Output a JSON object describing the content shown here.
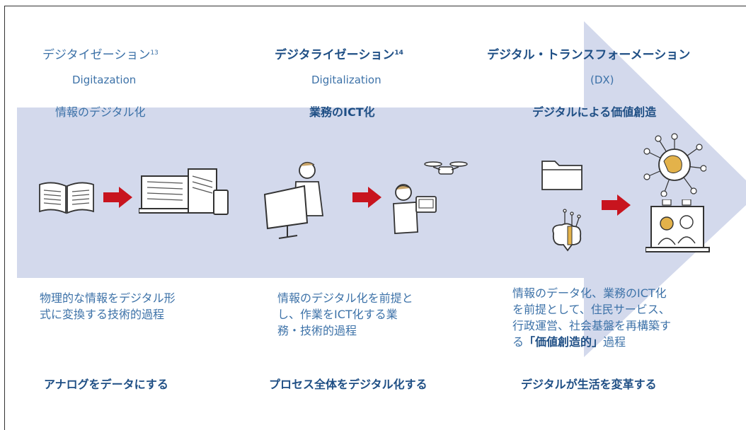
{
  "stages": [
    {
      "title": "デジタイゼーション",
      "title_sup": "13",
      "english": "Digitazation",
      "subtitle": "情報のデジタル化",
      "description": "物理的な情報をデジタル形式に変換する技術的過程",
      "description_lines": [
        "物理的な情報をデジタル形",
        "式に変換する技術的過程"
      ],
      "tagline": "アナログをデータにする",
      "icons": [
        "open-book-icon",
        "red-arrow-icon",
        "computer-devices-icon"
      ]
    },
    {
      "title": "デジタライゼーション",
      "title_sup": "14",
      "english": "Digitalization",
      "subtitle": "業務のICT化",
      "description_lines": [
        "情報のデジタル化を前提と",
        "し、作業をICT化する業",
        "務・技術的過程"
      ],
      "tagline": "プロセス全体をデジタル化する",
      "icons": [
        "person-monitor-icon",
        "red-arrow-icon",
        "person-remote-drone-icon"
      ]
    },
    {
      "title": "デジタル・トランスフォーメーション",
      "english": "(DX)",
      "subtitle": "デジタルによる価値創造",
      "description_lines": [
        "情報のデータ化、業務のICT化",
        "を前提として、住民サービス、",
        "行政運営、社会基盤を再構築す"
      ],
      "description_last_pre": "る",
      "description_last_highlight": "「価値創造的」",
      "description_last_post": "過程",
      "tagline": "デジタルが生活を変革する",
      "icons": [
        "folder-icon",
        "brain-circuit-icon",
        "red-arrow-icon",
        "globe-network-icon",
        "video-call-icon"
      ]
    }
  ],
  "colors": {
    "arrow_fill": "#d3d9ec",
    "heading": "#1f4f85",
    "text": "#3d72a8",
    "red_arrow": "#c8141e"
  }
}
